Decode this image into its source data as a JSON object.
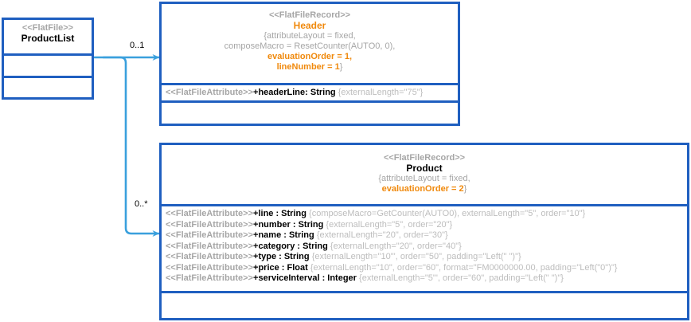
{
  "diagram": {
    "type": "uml-class-diagram",
    "background": "#ffffff",
    "colors": {
      "border": "#1f5fc0",
      "connector": "#3aa0dd",
      "stereotype": "#a6a6a6",
      "tag": "#bdbdbd",
      "accent": "#f0890c",
      "text": "#000000"
    }
  },
  "classes": {
    "product_list": {
      "stereotype": "<<FlatFile>>",
      "name": "ProductList",
      "attributes_empty": true,
      "operations_empty": true
    },
    "header": {
      "stereotype": "<<FlatFileRecord>>",
      "name": "Header",
      "props_line1": "{attributeLayout = fixed,",
      "props_line2": "composeMacro = ResetCounter(AUTO0, 0),",
      "props_line3_accent": "evaluationOrder = 1,",
      "props_line4_accent": "lineNumber = 1",
      "props_line4_close": "}",
      "attributes": [
        {
          "stereotype": "<<FlatFileAttribute>>",
          "signature": "+headerLine: String",
          "tags": "{externalLength=\"75\"}"
        }
      ],
      "operations_empty": true
    },
    "product": {
      "stereotype": "<<FlatFileRecord>>",
      "name": "Product",
      "props_line1": "{attributeLayout = fixed,",
      "props_line2_accent": "evaluationOrder = 2",
      "props_line2_close": "}",
      "attributes": [
        {
          "stereotype": "<<FlatFileAttribute>>",
          "signature": "+line : String",
          "tags": "{composeMacro=GetCounter(AUTO0), externalLength=\"5\", order=\"10\"}"
        },
        {
          "stereotype": "<<FlatFileAttribute>>",
          "signature": "+number : String",
          "tags": "{externalLength=\"5\", order=\"20\"}"
        },
        {
          "stereotype": "<<FlatFileAttribute>>",
          "signature": "+name : String",
          "tags": "{externalLength=\"20\", order=\"30\"}"
        },
        {
          "stereotype": "<<FlatFileAttribute>>",
          "signature": "+category : String",
          "tags": "{externalLength=\"20\", order=\"40\"}"
        },
        {
          "stereotype": "<<FlatFileAttribute>>",
          "signature": "+type : String",
          "tags": "{externalLength=\"10\"', order=\"50\", padding=\"Left(\" \")\"}"
        },
        {
          "stereotype": "<<FlatFileAttribute>>",
          "signature": "+price : Float",
          "tags": "{externalLength=\"10\", order=\"60\", format=\"FM0000000.00, padding=\"Left(\"0\")\"}"
        },
        {
          "stereotype": "<<FlatFileAttribute>>",
          "signature": "+serviceInterval : Integer",
          "tags": "{externalLength=\"5\"', order=\"60\", padding=\"Left(\" \")\"}"
        }
      ],
      "operations_empty": true
    }
  },
  "associations": [
    {
      "from": "product_list",
      "to": "header",
      "multiplicity": "0..1"
    },
    {
      "from": "product_list",
      "to": "product",
      "multiplicity": "0..*"
    }
  ]
}
